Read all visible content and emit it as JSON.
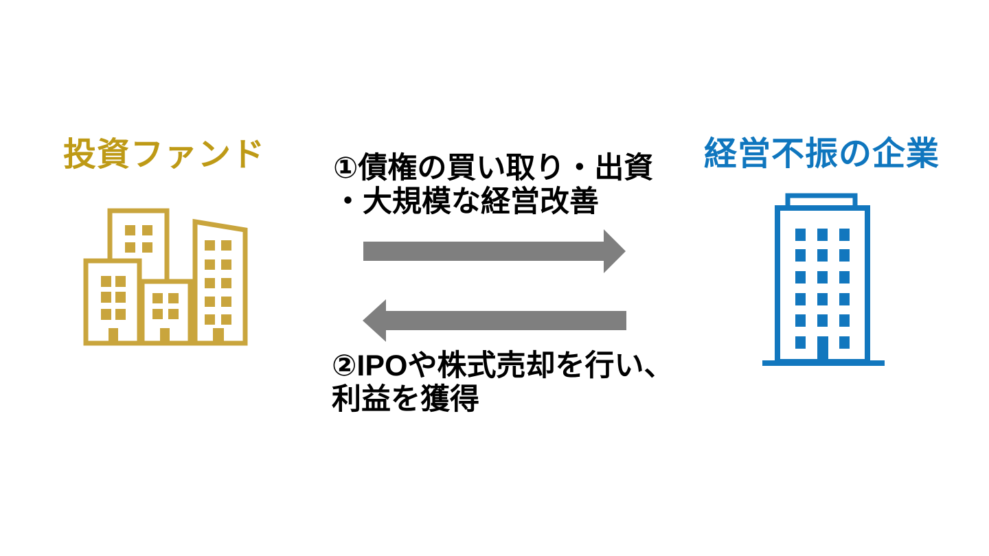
{
  "slide": {
    "background": "#FFFFFF",
    "text_color": "#000000"
  },
  "left_entity": {
    "label": "投資ファンド",
    "label_color": "#BE9A16",
    "icon": "buildings-cluster-icon",
    "icon_color": "#C9A53D"
  },
  "right_entity": {
    "label": "経営不振の企業",
    "label_color": "#0F76BE",
    "icon": "office-tower-icon",
    "icon_color": "#1277BE"
  },
  "flows": [
    {
      "label_line1": "①債権の買い取り・出資",
      "label_line2": "・大規模な経営改善",
      "direction": "left-to-right",
      "arrow_color": "#7F7F7F"
    },
    {
      "label_line1": "②IPOや株式売却を行い、",
      "label_line2": "利益を獲得",
      "direction": "right-to-left",
      "arrow_color": "#7F7F7F"
    }
  ]
}
